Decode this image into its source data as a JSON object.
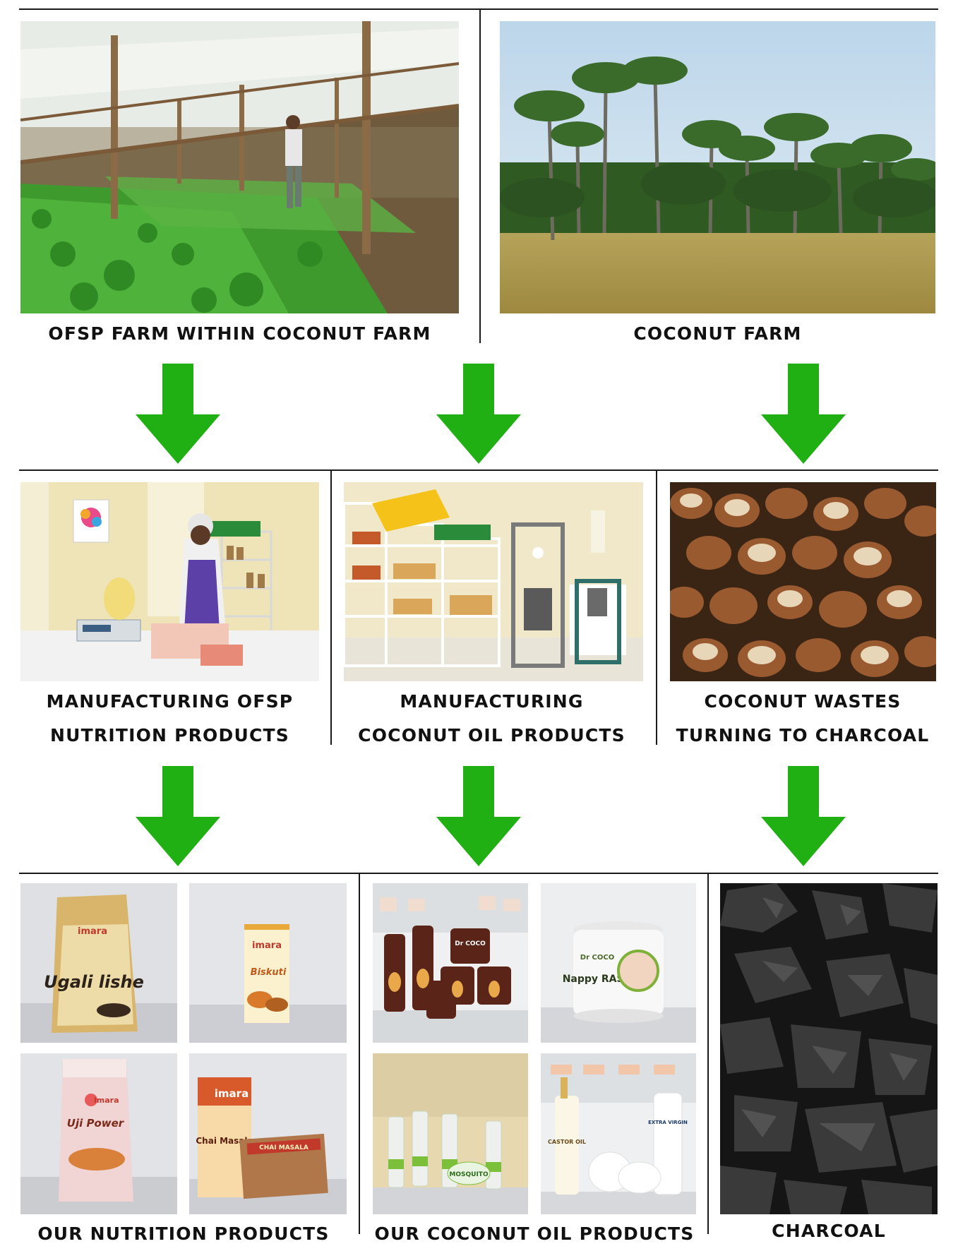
{
  "top": {
    "left_caption": "OFSP FARM WITHIN COCONUT FARM",
    "right_caption": "COCONUT FARM"
  },
  "middle": {
    "left_caption_line1": "MANUFACTURING OFSP",
    "left_caption_line2": "NUTRITION PRODUCTS",
    "center_caption_line1": "MANUFACTURING",
    "center_caption_line2": "COCONUT OIL PRODUCTS",
    "right_caption_line1": "COCONUT WASTES",
    "right_caption_line2": "TURNING TO CHARCOAL"
  },
  "bottom": {
    "left_caption": "OUR NUTRITION PRODUCTS",
    "center_caption": "OUR COCONUT OIL PRODUCTS",
    "right_caption": "CHARCOAL"
  },
  "products": {
    "imara": "imara",
    "ugali_lishe": "Ugali lishe",
    "biskuti": "Biskuti",
    "uji_power": "Uji Power",
    "chai_masala": "Chai Masala",
    "chai_masala_label": "CHAI MASALA",
    "dr_coco": "Dr COCO",
    "nappy_rash": "Nappy RASH",
    "castor_oil": "CASTOR OIL",
    "extra_virgin": "EXTRA VIRGIN",
    "mosquito": "MOSQUITO"
  },
  "colors": {
    "arrow": "#21b014",
    "line": "#1a1a1a"
  }
}
